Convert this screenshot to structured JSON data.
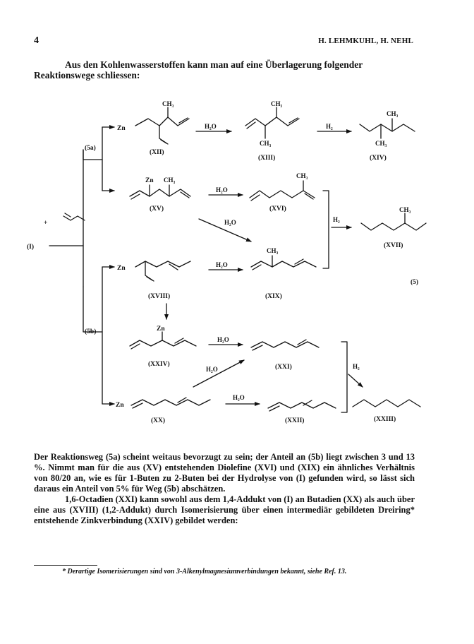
{
  "header": {
    "page_number": "4",
    "running_title": "H. LEHMKUHL, H. NEHL"
  },
  "intro": {
    "line1": "Aus den Kohlenwasserstoffen kann man auf eine Überlagerung folgender",
    "line2": "Reaktionswege schliessen:"
  },
  "scheme": {
    "labels": {
      "XII": "(XII)",
      "XIII": "(XIII)",
      "XIV": "(XIV)",
      "XV": "(XV)",
      "XVI": "(XVI)",
      "XVII": "(XVII)",
      "XVIII": "(XVIII)",
      "XIX": "(XIX)",
      "XXIV": "(XXIV)",
      "XXI": "(XXI)",
      "XX": "(XX)",
      "XXII": "(XXII)",
      "XXIII": "(XXIII)",
      "I": "(I)"
    },
    "route_5a": "(5a)",
    "route_5b": "(5b)",
    "equation": "(5)",
    "reagents": {
      "water": "H₂O",
      "hydrogen": "H₂"
    },
    "groups": {
      "zn": "Zn",
      "methyl": "CH₃",
      "plus": "+"
    }
  },
  "body": {
    "p1": "Der Reaktionsweg (5a) scheint weitaus bevorzugt zu sein; der Anteil an (5b) liegt zwischen 3 und 13 %. Nimmt man für die aus (XV) entstehenden Diolefine (XVI) und (XIX) ein ähnliches Verhältnis von 80/20 an, wie es für 1-Buten zu 2-Buten bei der Hydrolyse von (I) gefunden wird, so lässt sich daraus ein Anteil von 5% für Weg (5b) abschätzen.",
    "p2": "1,6-Octadien (XXI) kann sowohl aus dem 1,4-Addukt von (I) an Butadien (XX) als auch über eine aus (XVIII) (1,2-Addukt) durch Isomerisierung über einen intermediär gebildeten Dreiring* entstehende Zinkverbindung (XXIV) gebildet werden:"
  },
  "footnote": "* Derartige Isomerisierungen sind von 3-Alkenylmagnesiumverbindungen bekannt, siehe Ref. 13."
}
